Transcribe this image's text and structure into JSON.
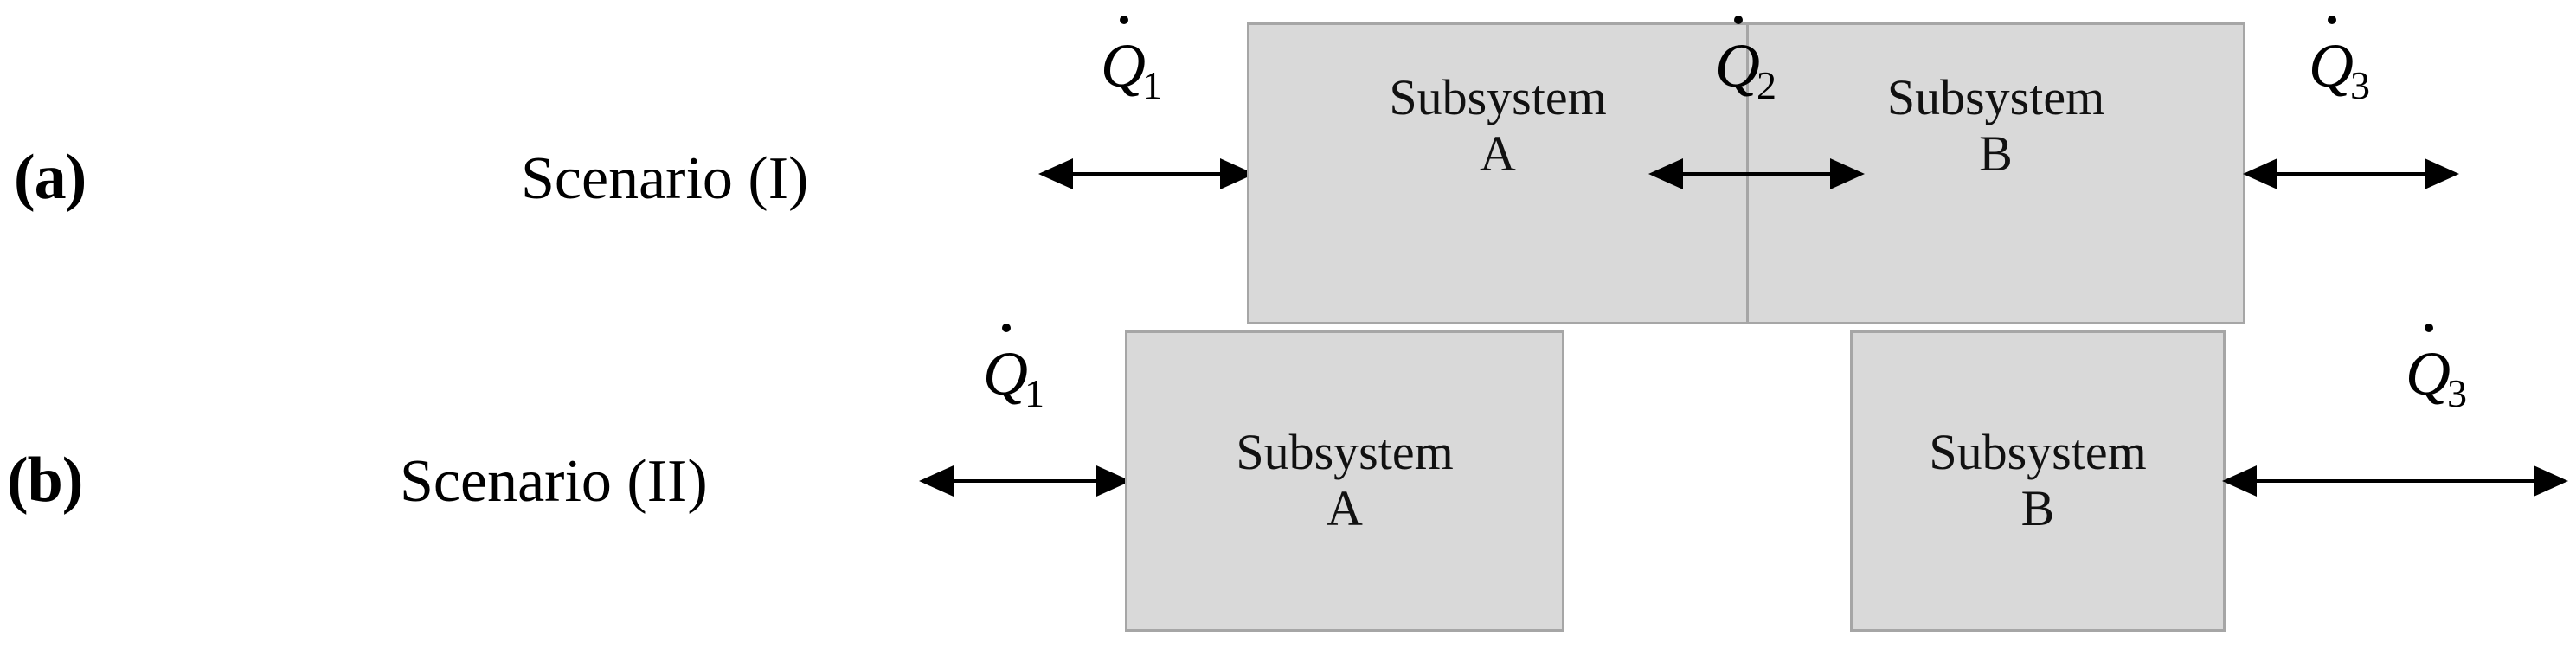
{
  "figure": {
    "background": "#ffffff",
    "box_fill": "#d9d9d9",
    "box_border": "#a6a6a6",
    "ink": "#000000"
  },
  "rows": [
    {
      "tag": "(a)",
      "scenario_label": "Scenario (I)",
      "boxes": [
        {
          "name": "Subsystem",
          "id": "A"
        },
        {
          "name": "Subsystem",
          "id": "B"
        }
      ],
      "flows": [
        {
          "symbol": "Q",
          "dot": true,
          "subscript": "1",
          "text": "Q̇1",
          "direction": "bidirectional"
        },
        {
          "symbol": "Q",
          "dot": true,
          "subscript": "2",
          "text": "Q̇2",
          "direction": "bidirectional"
        },
        {
          "symbol": "Q",
          "dot": true,
          "subscript": "3",
          "text": "Q̇3",
          "direction": "bidirectional"
        }
      ]
    },
    {
      "tag": "(b)",
      "scenario_label": "Scenario (II)",
      "boxes": [
        {
          "name": "Subsystem",
          "id": "A"
        },
        {
          "name": "Subsystem",
          "id": "B"
        }
      ],
      "flows": [
        {
          "symbol": "Q",
          "dot": true,
          "subscript": "1",
          "text": "Q̇1",
          "direction": "bidirectional"
        },
        {
          "symbol": "Q",
          "dot": true,
          "subscript": "3",
          "text": "Q̇3",
          "direction": "bidirectional"
        }
      ]
    }
  ]
}
